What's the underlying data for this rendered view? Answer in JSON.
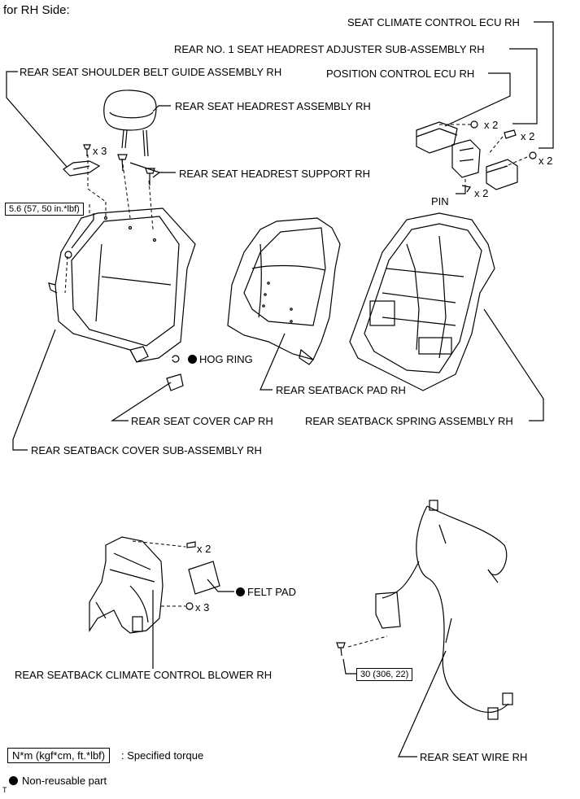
{
  "title": "for RH Side:",
  "labels": {
    "seat_climate_ecu": "SEAT CLIMATE CONTROL ECU RH",
    "headrest_adjuster": "REAR NO. 1 SEAT HEADREST ADJUSTER SUB-ASSEMBLY RH",
    "shoulder_belt_guide": "REAR SEAT SHOULDER BELT GUIDE ASSEMBLY RH",
    "position_ecu": "POSITION CONTROL ECU RH",
    "headrest_assembly": "REAR SEAT HEADREST ASSEMBLY RH",
    "headrest_support": "REAR SEAT HEADREST SUPPORT RH",
    "pin": "PIN",
    "hog_ring": "HOG RING",
    "seatback_pad": "REAR SEATBACK PAD RH",
    "cover_cap": "REAR SEAT COVER CAP RH",
    "spring_assembly": "REAR SEATBACK SPRING ASSEMBLY RH",
    "seatback_cover": "REAR SEATBACK COVER SUB-ASSEMBLY RH",
    "felt_pad": "FELT PAD",
    "blower": "REAR SEATBACK CLIMATE CONTROL BLOWER RH",
    "seat_wire": "REAR SEAT WIRE RH"
  },
  "quantities": {
    "ecu_nut": "x 2",
    "adjuster_screw": "x 2",
    "climate_nut": "x 2",
    "pin": "x 2",
    "guide_bolt": "x 3",
    "blower_screw_top": "x 2",
    "blower_nut_bottom": "x 3"
  },
  "torques": {
    "seatback_nut": "5.6 (57, 50 in.*lbf)",
    "wire_bolt": "30 (306, 22)"
  },
  "legend": {
    "torque_box": "N*m (kgf*cm, ft.*lbf)",
    "torque_text": ": Specified torque",
    "nonreusable_text": "Non-reusable part"
  },
  "corner_mark": "T"
}
